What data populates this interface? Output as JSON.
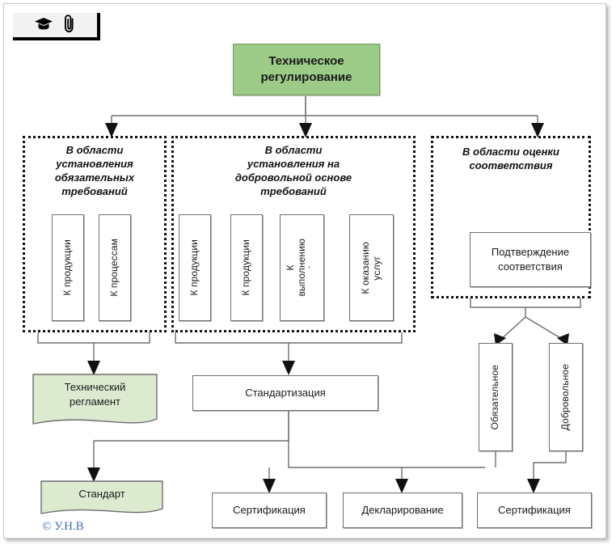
{
  "toolbar": {
    "icons": [
      {
        "name": "graduation-cap-icon",
        "glyph": "🎓"
      },
      {
        "name": "paperclip-icon",
        "glyph": "📎"
      }
    ]
  },
  "colors": {
    "header_green": "#9CCB87",
    "doc_green": "#DCEAD0",
    "box_border": "#6E6E6E",
    "dotted_border": "#111111",
    "copyright_blue": "#3C6FB4"
  },
  "root": {
    "title": "Техническое\nрегулирование"
  },
  "groups": [
    {
      "id": "mandatory",
      "title": "В области\nустановления\nобязательных\nтребований",
      "items": [
        {
          "label": "К продукции"
        },
        {
          "label": "К процессам"
        }
      ]
    },
    {
      "id": "voluntary",
      "title": "В области\nустановления на\nдобровольной основе\nтребований",
      "items": [
        {
          "label": "К продукции"
        },
        {
          "label": "К продукции"
        },
        {
          "label": "К\nвыполнению\n`"
        },
        {
          "label": "К оказанию\nуслуг"
        }
      ]
    },
    {
      "id": "conformity",
      "title": "В области оценки\nсоответствия",
      "items": [
        {
          "label": "Подтверждение\nсоответствия"
        }
      ]
    }
  ],
  "outputs": {
    "tech_reg": "Технический\nрегламент",
    "standardization": "Стандартизация",
    "standard": "Стандарт",
    "mandatory_conf": "Обязательное",
    "voluntary_conf": "Добровольное",
    "certification_left": "Сертификация",
    "declaration": "Декларирование",
    "certification_right": "Сертификация"
  },
  "footer": {
    "copyright": "© У.Н.В"
  }
}
